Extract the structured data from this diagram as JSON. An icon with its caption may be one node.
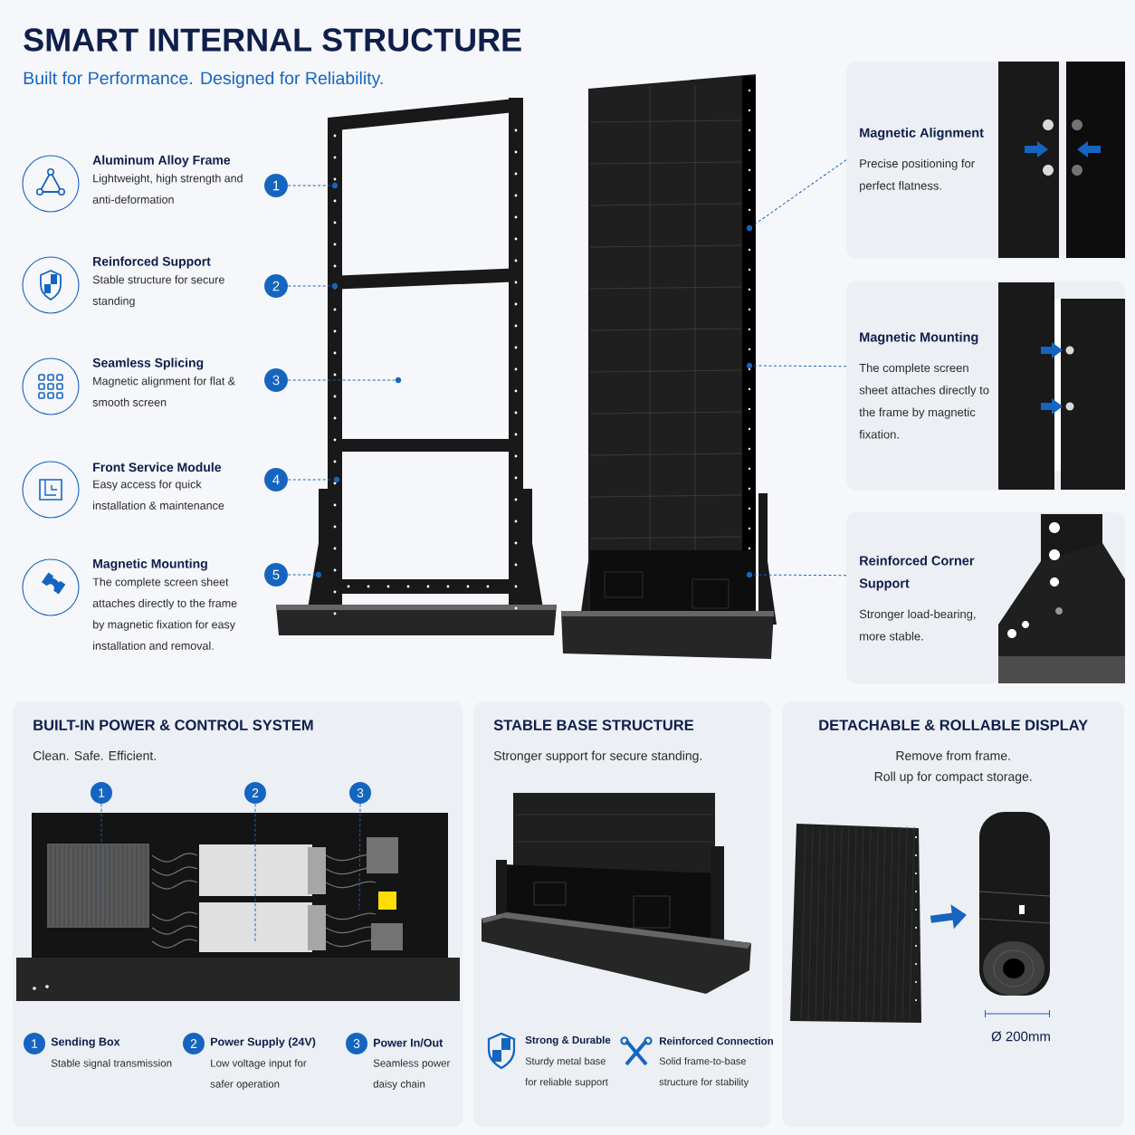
{
  "diagram": {
    "title": "SMART INTERNAL STRUCTURE",
    "nodes": [
      {
        "text": [],
        "shape": "picture"
      },
      {
        "text": [],
        "shape": "picture"
      },
      {
        "text": [
          "1"
        ]
      },
      {
        "text": [
          "2"
        ]
      },
      {
        "text": [
          "3"
        ]
      },
      {
        "text": [
          "4"
        ]
      },
      {
        "text": [
          "5"
        ]
      },
      {
        "text": [
          "Magnetic Alignment",
          "Precise positioning for perfect flatness."
        ]
      },
      {
        "text": [
          "Magnetic Mounting",
          "The complete screen sheet attaches directly to the frame by magnetic fixation."
        ]
      },
      {
        "text": [
          "Reinforced Corner Support",
          "Stronger load-bearing, more stable."
        ]
      },
      {
        "text": [
          "BUILT-IN POWER & CONTROL SYSTEM",
          "Clean. Safe. Efficient."
        ]
      },
      {
        "text": [],
        "shape": "picture",
        "in": 10
      },
      {
        "text": [
          "1"
        ],
        "in": 10
      },
      {
        "text": [
          "2"
        ],
        "in": 10
      },
      {
        "text": [
          "3"
        ],
        "in": 10
      },
      {
        "text": [
          "1"
        ],
        "in": 10,
        "beside": [
          "Sending Box",
          "Stable signal transmission"
        ]
      },
      {
        "text": [
          "2"
        ],
        "in": 10,
        "beside": [
          "Power Supply (24V)",
          "Low voltage input for safer operation"
        ]
      },
      {
        "text": [
          "3"
        ],
        "in": 10,
        "beside": [
          "Power In/Out",
          "Seamless power daisy chain"
        ]
      },
      {
        "text": [
          "STABLE BASE STRUCTURE",
          "Stronger support for secure standing."
        ]
      },
      {
        "text": [
          "DETACHABLE & ROLLABLE DISPLAY",
          "Remove from frame.",
          "Roll up for compact storage."
        ]
      },
      {
        "text": [],
        "shape": "picture",
        "in": 19
      },
      {
        "text": [],
        "shape": "picture",
        "in": 19
      }
    ],
    "edges": [
      {
        "from": 2,
        "to": 0,
        "arrow": "none",
        "style": "dashed"
      },
      {
        "from": 3,
        "to": 0,
        "arrow": "none",
        "style": "dashed"
      },
      {
        "from": 4,
        "to": 0,
        "arrow": "none",
        "style": "dashed"
      },
      {
        "from": 5,
        "to": 0,
        "arrow": "none",
        "style": "dashed"
      },
      {
        "from": 6,
        "to": 0,
        "arrow": "none",
        "style": "dashed"
      },
      {
        "from": 7,
        "to": 1,
        "arrow": "none",
        "style": "dashed"
      },
      {
        "from": 8,
        "to": 1,
        "arrow": "none",
        "style": "dashed"
      },
      {
        "from": 9,
        "to": 1,
        "arrow": "none",
        "style": "dashed"
      },
      {
        "from": 12,
        "to": 11,
        "arrow": "none",
        "style": "dashed"
      },
      {
        "from": 13,
        "to": 11,
        "arrow": "none",
        "style": "dashed"
      },
      {
        "from": 14,
        "to": 11,
        "arrow": "none",
        "style": "dashed"
      },
      {
        "from": 20,
        "to": 21,
        "arrow": "to",
        "style": "thick"
      }
    ],
    "labels": [
      "Built for Performance. Designed for Reliability.",
      "Aluminum Alloy Frame",
      "Lightweight, high strength and anti-deformation",
      "Reinforced Support",
      "Stable structure for secure standing",
      "Seamless Splicing",
      "Magnetic alignment for flat & smooth screen",
      "Front Service Module",
      "Easy access for quick installation & maintenance",
      "Magnetic Mounting",
      "The complete screen sheet attaches directly to the frame by magnetic fixation for easy installation and removal.",
      "Strong & Durable",
      "Sturdy metal base for reliable support",
      "Reinforced Connection",
      "Solid frame-to-base structure for stability",
      "Ø 200mm"
    ]
  }
}
